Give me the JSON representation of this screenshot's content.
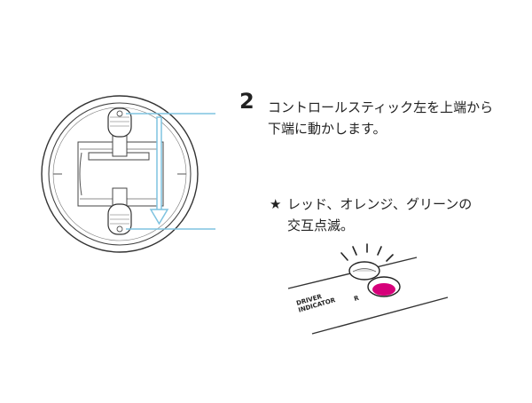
{
  "step": {
    "number": "2",
    "text": "コントロールスティック左を上端から下端に動かします。"
  },
  "note": {
    "star": "★",
    "line1": "レッド、オレンジ、グリーンの",
    "line2": "交互点滅。"
  },
  "panel": {
    "label_line1": "DRIVER",
    "label_line2": "INDICATOR",
    "label_mark": "R"
  },
  "colors": {
    "arrow": "#7fc3e0",
    "indicator_lit": "#d6007a",
    "line": "#333333"
  }
}
